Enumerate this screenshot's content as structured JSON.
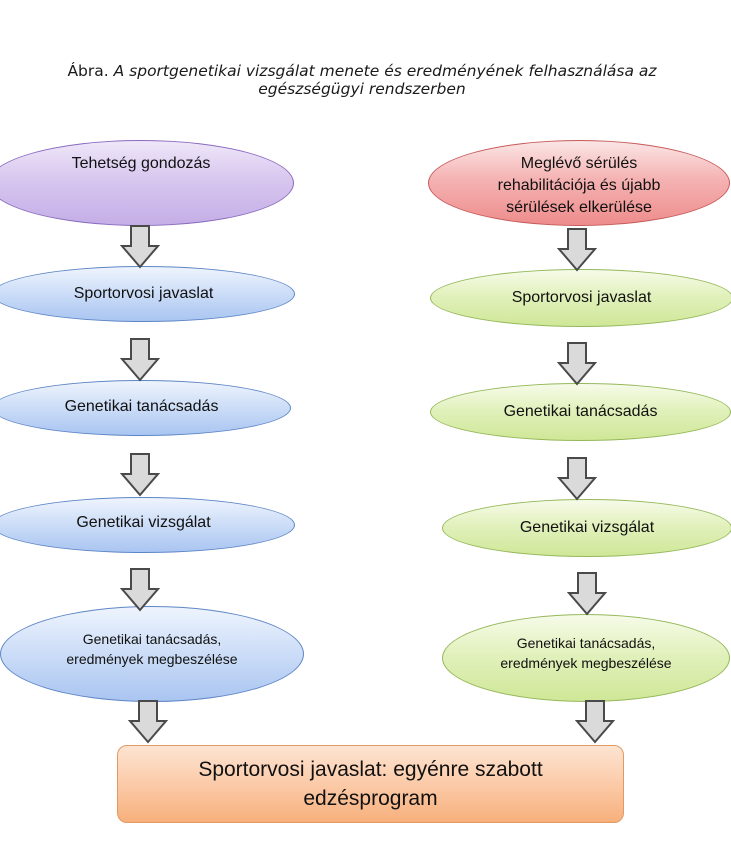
{
  "caption": {
    "lead": "Ábra.",
    "title_line1": "A sportgenetikai vizsgálat menete és eredményének felhasználása az",
    "title_line2": "egészségügyi rendszerben"
  },
  "left_column": {
    "start": "Tehetség gondozás",
    "steps": [
      "Sportorvosi javaslat",
      "Genetikai tanácsadás",
      "Genetikai vizsgálat"
    ],
    "last_line1": "Genetikai tanácsadás,",
    "last_line2": "eredmények megbeszélése"
  },
  "right_column": {
    "start_line1": "Meglévő sérülés",
    "start_line2": "rehabilitációja és újabb",
    "start_line3": "sérülések elkerülése",
    "steps": [
      "Sportorvosi javaslat",
      "Genetikai tanácsadás",
      "Genetikai vizsgálat"
    ],
    "last_line1": "Genetikai tanácsadás,",
    "last_line2": "eredmények megbeszélése"
  },
  "final": {
    "line1": "Sportorvosi javaslat: egyénre szabott",
    "line2": "edzésprogram"
  },
  "colors": {
    "purple": "#d8c7ef",
    "blue": "#cfdff8",
    "red": "#f5b3b3",
    "green": "#e2f1bd",
    "orange": "#fbc8a4",
    "arrow_fill": "#dadada",
    "arrow_stroke": "#4a4a4a"
  }
}
